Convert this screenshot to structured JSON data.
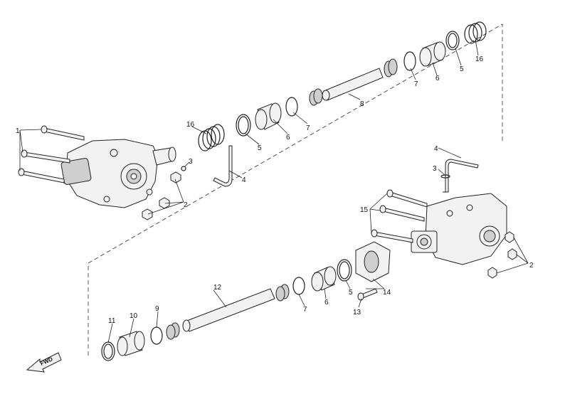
{
  "callouts": [
    {
      "id": "c1",
      "text": "1"
    },
    {
      "id": "c2a",
      "text": "2"
    },
    {
      "id": "c3a",
      "text": "3"
    },
    {
      "id": "c4a",
      "text": "4"
    },
    {
      "id": "c16a",
      "text": "16"
    },
    {
      "id": "c5a",
      "text": "5"
    },
    {
      "id": "c6a",
      "text": "6"
    },
    {
      "id": "c7a",
      "text": "7"
    },
    {
      "id": "c8",
      "text": "8"
    },
    {
      "id": "c7b",
      "text": "7"
    },
    {
      "id": "c6b",
      "text": "6"
    },
    {
      "id": "c5b",
      "text": "5"
    },
    {
      "id": "c16b",
      "text": "16"
    },
    {
      "id": "c4b",
      "text": "4"
    },
    {
      "id": "c3b",
      "text": "3"
    },
    {
      "id": "c15",
      "text": "15"
    },
    {
      "id": "c2b",
      "text": "2"
    },
    {
      "id": "c12",
      "text": "12"
    },
    {
      "id": "c11",
      "text": "11"
    },
    {
      "id": "c10",
      "text": "10"
    },
    {
      "id": "c9",
      "text": "9"
    },
    {
      "id": "c7c",
      "text": "7"
    },
    {
      "id": "c6c",
      "text": "6"
    },
    {
      "id": "c5c",
      "text": "5"
    },
    {
      "id": "c14",
      "text": "14"
    },
    {
      "id": "c13",
      "text": "13"
    }
  ],
  "fwd_label": "FWD"
}
